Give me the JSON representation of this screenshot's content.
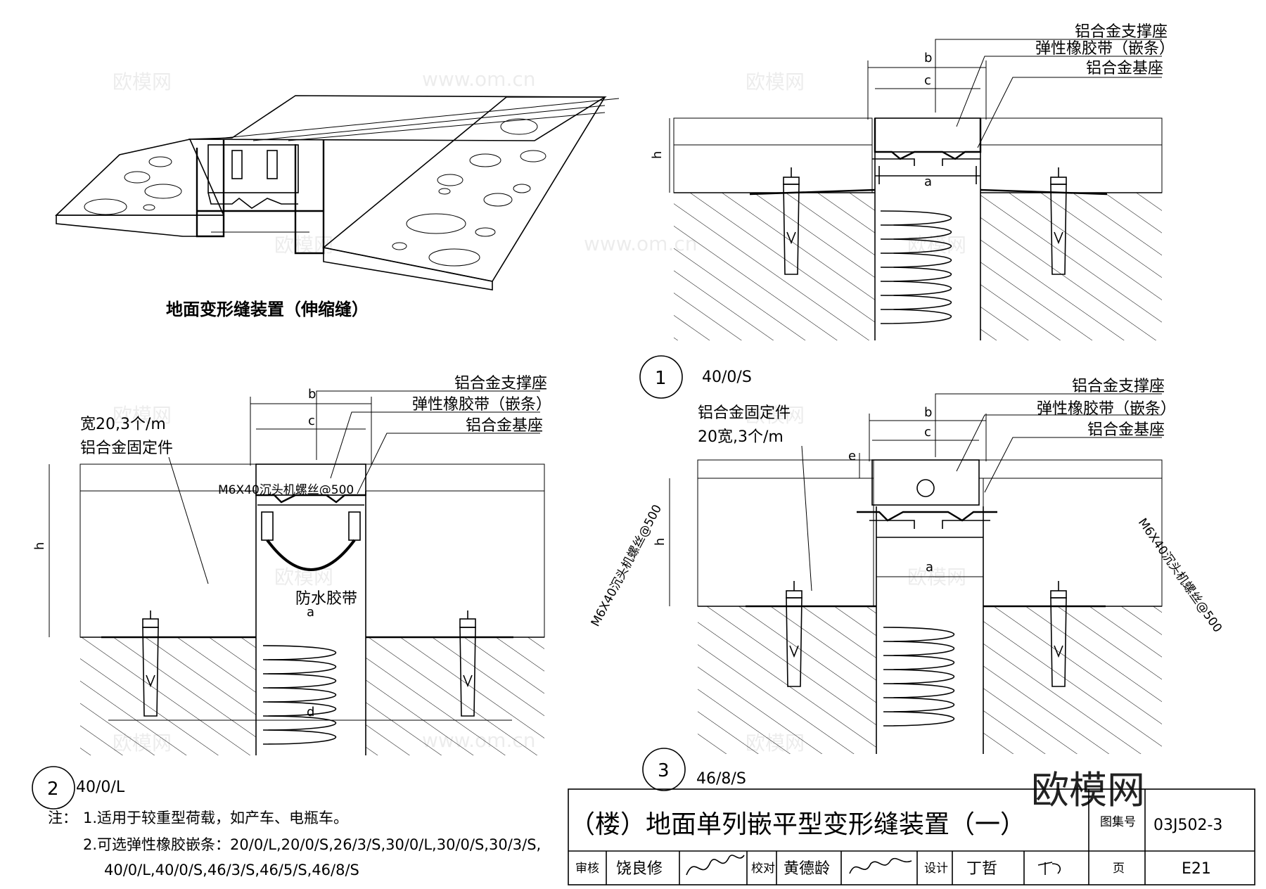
{
  "figure_top_left": {
    "title": "地面变形缝装置（伸缩缝）"
  },
  "detail_1": {
    "number": "1",
    "code": "40/0/S",
    "labels": [
      "铝合金支撑座",
      "弹性橡胶带（嵌条）",
      "铝合金基座"
    ],
    "dims": [
      "b",
      "c",
      "h",
      "a"
    ]
  },
  "detail_2": {
    "number": "2",
    "code": "40/0/L",
    "labels": [
      "铝合金支撑座",
      "弹性橡胶带（嵌条）",
      "铝合金基座"
    ],
    "fixing_label_1": "宽20,3个/m",
    "fixing_label_2": "铝合金固定件",
    "screw_text": "M6X40沉头机螺丝@500",
    "waterstop": "防水胶带",
    "dims": [
      "b",
      "c",
      "h",
      "a",
      "d"
    ]
  },
  "detail_3": {
    "number": "3",
    "code": "46/8/S",
    "labels": [
      "铝合金支撑座",
      "弹性橡胶带（嵌条）",
      "铝合金基座"
    ],
    "fixing_label_1": "铝合金固定件",
    "fixing_label_2": "20宽,3个/m",
    "screw_left": "M6X40沉头机螺丝@500",
    "screw_right": "M6X40沉头机螺丝@500",
    "dims": [
      "b",
      "c",
      "e",
      "h",
      "a"
    ]
  },
  "notes": {
    "prefix": "注：",
    "line1": "1.适用于较重型荷载，如产车、电瓶车。",
    "line2": "2.可选弹性橡胶嵌条：20/0/L,20/0/S,26/3/S,30/0/L,30/0/S,30/3/S,",
    "line3": "40/0/L,40/0/S,46/3/S,46/5/S,46/8/S"
  },
  "title_block": {
    "title": "（楼）地面单列嵌平型变形缝装置（一）",
    "atlas_label": "图集号",
    "atlas_no": "03J502-3",
    "review_label": "审核",
    "reviewer": "饶良修",
    "check_label": "校对",
    "checker": "黄德龄",
    "design_label": "设计",
    "designer": "丁哲",
    "page_label": "页",
    "page": "E21"
  },
  "watermarks": {
    "brand": "欧模网",
    "site": "www.om.cn"
  }
}
